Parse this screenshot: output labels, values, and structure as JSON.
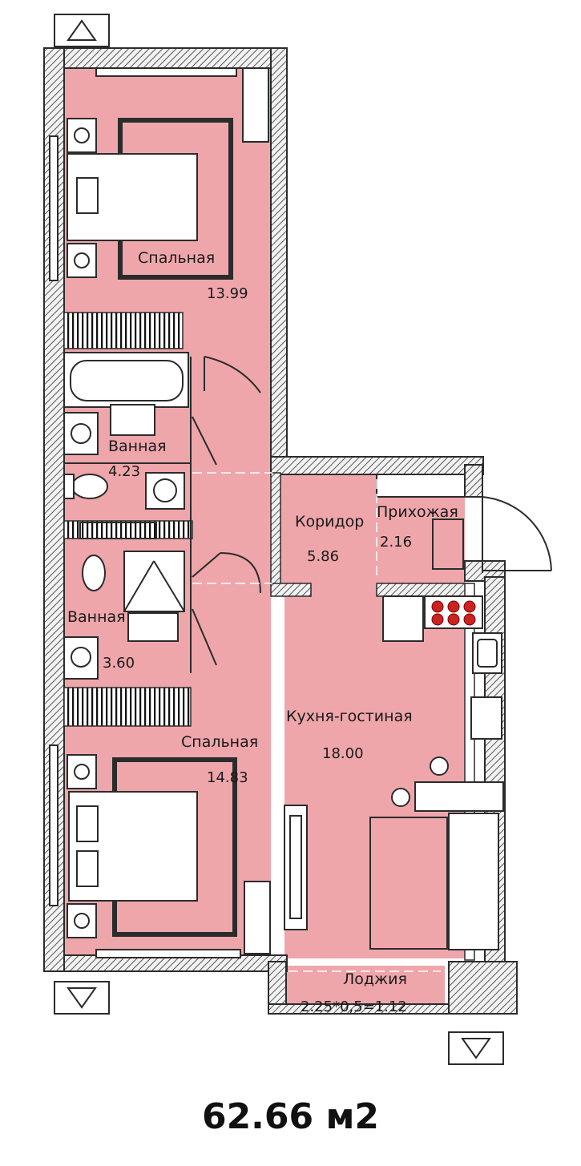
{
  "rooms": {
    "bedroom_top": {
      "name": "Спальная",
      "area": "13.99"
    },
    "bath_top": {
      "name": "Ванная",
      "area": "4.23"
    },
    "corridor": {
      "name": "Коридор",
      "area": "5.86"
    },
    "hall": {
      "name": "Прихожая",
      "area": "2.16"
    },
    "bath_bottom": {
      "name": "Ванная",
      "area": "3.60"
    },
    "kitchen": {
      "name": "Кухня-гостиная",
      "area": "18.00"
    },
    "bedroom_bottom": {
      "name": "Спальная",
      "area": "14.83"
    },
    "loggia": {
      "name": "Лоджия",
      "area": "2.25*0,5=1.12"
    }
  },
  "total_area": "62.66 м2",
  "colors": {
    "room_fill": "#eea6ab",
    "wall": "#2b2b2b",
    "fixture": "#ffffff",
    "accent": "#cc2222"
  }
}
